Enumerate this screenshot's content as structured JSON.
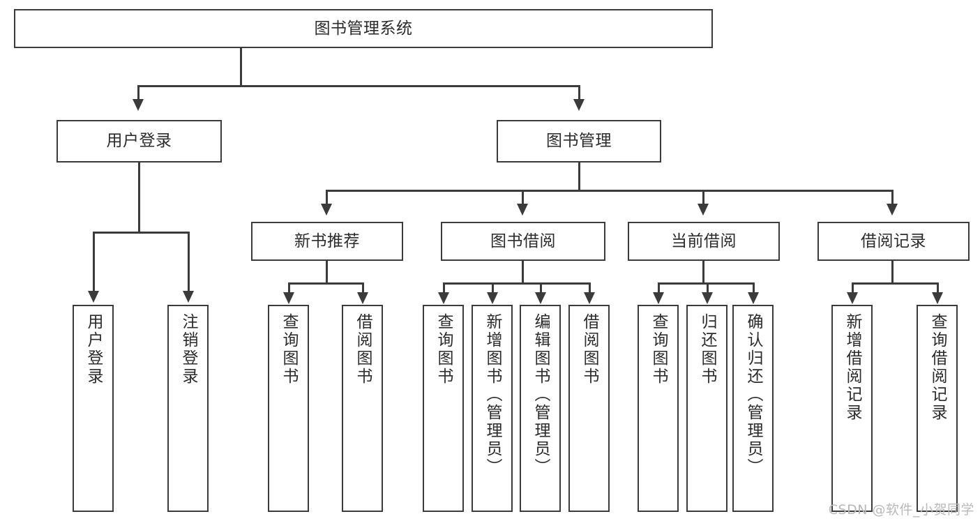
{
  "diagram": {
    "type": "tree",
    "title": "图书管理系统",
    "orientation": "top-down",
    "stroke_color": "#3b3b3b",
    "background_color": "#ffffff",
    "text_color": "#2b2b2b"
  },
  "nodes": {
    "root": {
      "label": "图书管理系统",
      "level": 1
    },
    "l2": [
      {
        "label": "用户登录",
        "level": 2
      },
      {
        "label": "图书管理",
        "level": 2
      }
    ],
    "l3": [
      {
        "label": "新书推荐",
        "level": 3
      },
      {
        "label": "图书借阅",
        "level": 3
      },
      {
        "label": "当前借阅",
        "level": 3
      },
      {
        "label": "借阅记录",
        "level": 3
      }
    ],
    "leaves": {
      "user_login": [
        {
          "label": "用户登录"
        },
        {
          "label": "注销登录"
        }
      ],
      "new_book_recommend": [
        {
          "label": "查询图书"
        },
        {
          "label": "借阅图书"
        }
      ],
      "book_borrow": [
        {
          "label": "查询图书"
        },
        {
          "label": "新增图书（管理员）"
        },
        {
          "label": "编辑图书（管理员）"
        },
        {
          "label": "借阅图书"
        }
      ],
      "current_borrow": [
        {
          "label": "查询图书"
        },
        {
          "label": "归还图书"
        },
        {
          "label": "确认归还（管理员）"
        }
      ],
      "borrow_record": [
        {
          "label": "新增借阅记录"
        },
        {
          "label": "查询借阅记录"
        }
      ]
    }
  },
  "watermark": {
    "text": "CSDN @软件_小贺同学"
  }
}
